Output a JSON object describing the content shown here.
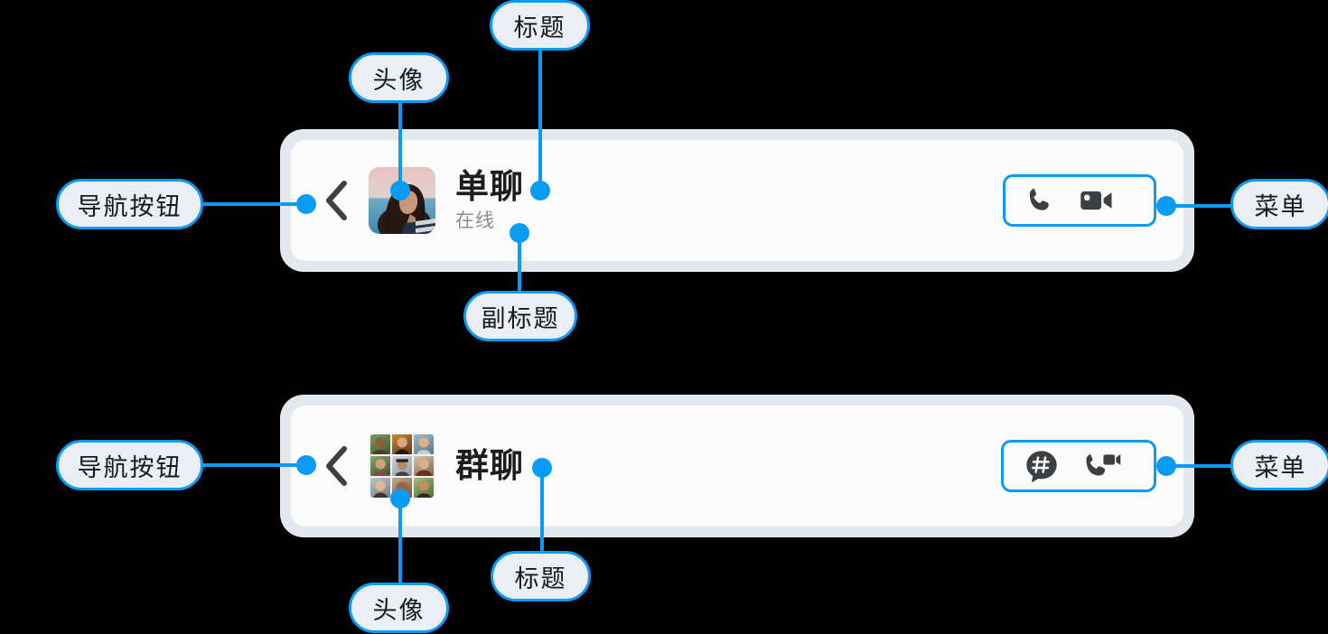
{
  "background_color": "#000000",
  "accent_color": "#0a9bf5",
  "cards": [
    {
      "id": "single-chat",
      "title": "单聊",
      "subtitle": "在线",
      "back_icon": "chevron-left-icon",
      "avatar_type": "single-photo-avatar",
      "menu_icons": [
        "phone-icon",
        "video-camera-icon"
      ]
    },
    {
      "id": "group-chat",
      "title": "群聊",
      "subtitle": "",
      "back_icon": "chevron-left-icon",
      "avatar_type": "grid-photo-avatar",
      "menu_icons": [
        "hashtag-bubble-icon",
        "phone-video-icon"
      ]
    }
  ],
  "callouts": {
    "nav_button_top": "导航按钮",
    "avatar_top": "头像",
    "title_top": "标题",
    "subtitle_top": "副标题",
    "menu_top": "菜单",
    "nav_button_bottom": "导航按钮",
    "avatar_bottom": "头像",
    "title_bottom": "标题",
    "menu_bottom": "菜单"
  }
}
